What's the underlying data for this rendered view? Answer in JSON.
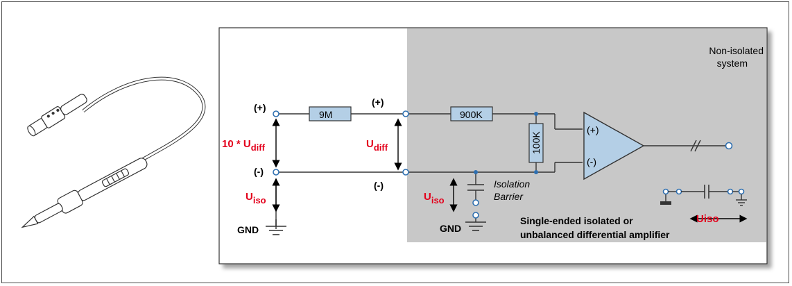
{
  "colors": {
    "shaded_region": "#c8c8c8",
    "component_fill": "#b4cfe6",
    "accent_red": "#e3001b",
    "wire": "#333333",
    "node": "#2e6fb0"
  },
  "labels": {
    "plus_left": "(+)",
    "minus_left": "(-)",
    "plus_mid": "(+)",
    "minus_mid": "(-)",
    "gain_main": "10 * U",
    "gain_sub": "diff",
    "udiff_main": "U",
    "udiff_sub": "diff",
    "uiso_left_main": "U",
    "uiso_left_sub": "iso",
    "uiso_mid_main": "U",
    "uiso_mid_sub": "iso",
    "uiso_right": "Uiso",
    "gnd_left": "GND",
    "gnd_mid": "GND",
    "resistor_9m": "9M",
    "resistor_900k": "900K",
    "resistor_100k": "100K",
    "opamp_plus": "(+)",
    "opamp_minus": "(-)",
    "isolation_line1": "Isolation",
    "isolation_line2": "Barrier",
    "region_line1": "Non-isolated",
    "region_line2": "system",
    "caption_line1": "Single-ended isolated or",
    "caption_line2": "unbalanced differential amplifier"
  },
  "probe_icon": "oscilloscope-probe-icon"
}
